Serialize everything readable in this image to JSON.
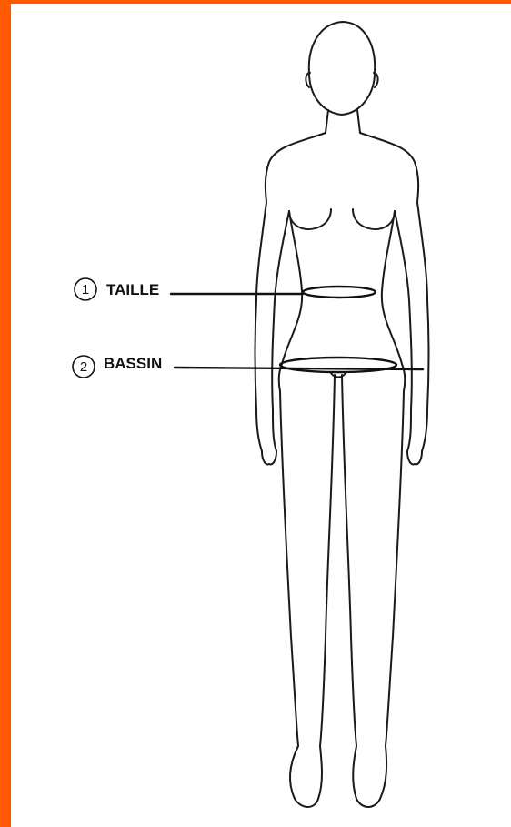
{
  "accent_color": "#ff5a00",
  "measurements": [
    {
      "number": "1",
      "label": "TAILLE"
    },
    {
      "number": "2",
      "label": "BASSIN"
    }
  ]
}
